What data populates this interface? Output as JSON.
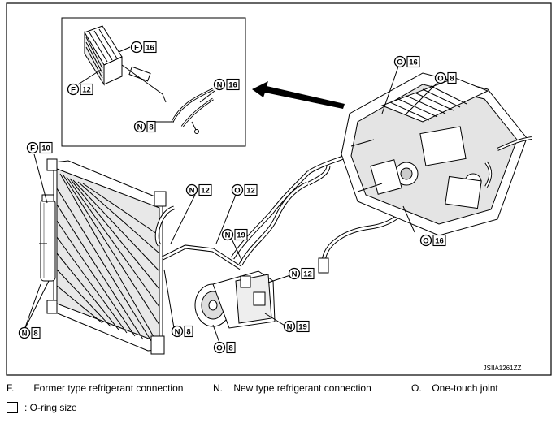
{
  "callouts": [
    {
      "letter": "F",
      "size": "16"
    },
    {
      "letter": "F",
      "size": "12"
    },
    {
      "letter": "N",
      "size": "16"
    },
    {
      "letter": "N",
      "size": "8"
    },
    {
      "letter": "O",
      "size": "16"
    },
    {
      "letter": "O",
      "size": "8"
    },
    {
      "letter": "F",
      "size": "10"
    },
    {
      "letter": "N",
      "size": "12"
    },
    {
      "letter": "O",
      "size": "12"
    },
    {
      "letter": "N",
      "size": "19"
    },
    {
      "letter": "N",
      "size": "12"
    },
    {
      "letter": "O",
      "size": "16"
    },
    {
      "letter": "N",
      "size": "19"
    },
    {
      "letter": "N",
      "size": "8"
    },
    {
      "letter": "N",
      "size": "8"
    },
    {
      "letter": "O",
      "size": "8"
    }
  ],
  "figure_code": "JSIIA1261ZZ",
  "legend": [
    {
      "key": "F.",
      "text": "Former type refrigerant connection"
    },
    {
      "key": "N.",
      "text": "New type refrigerant connection"
    },
    {
      "key": "O.",
      "text": "One-touch joint"
    }
  ],
  "oring_note": ": O-ring size"
}
